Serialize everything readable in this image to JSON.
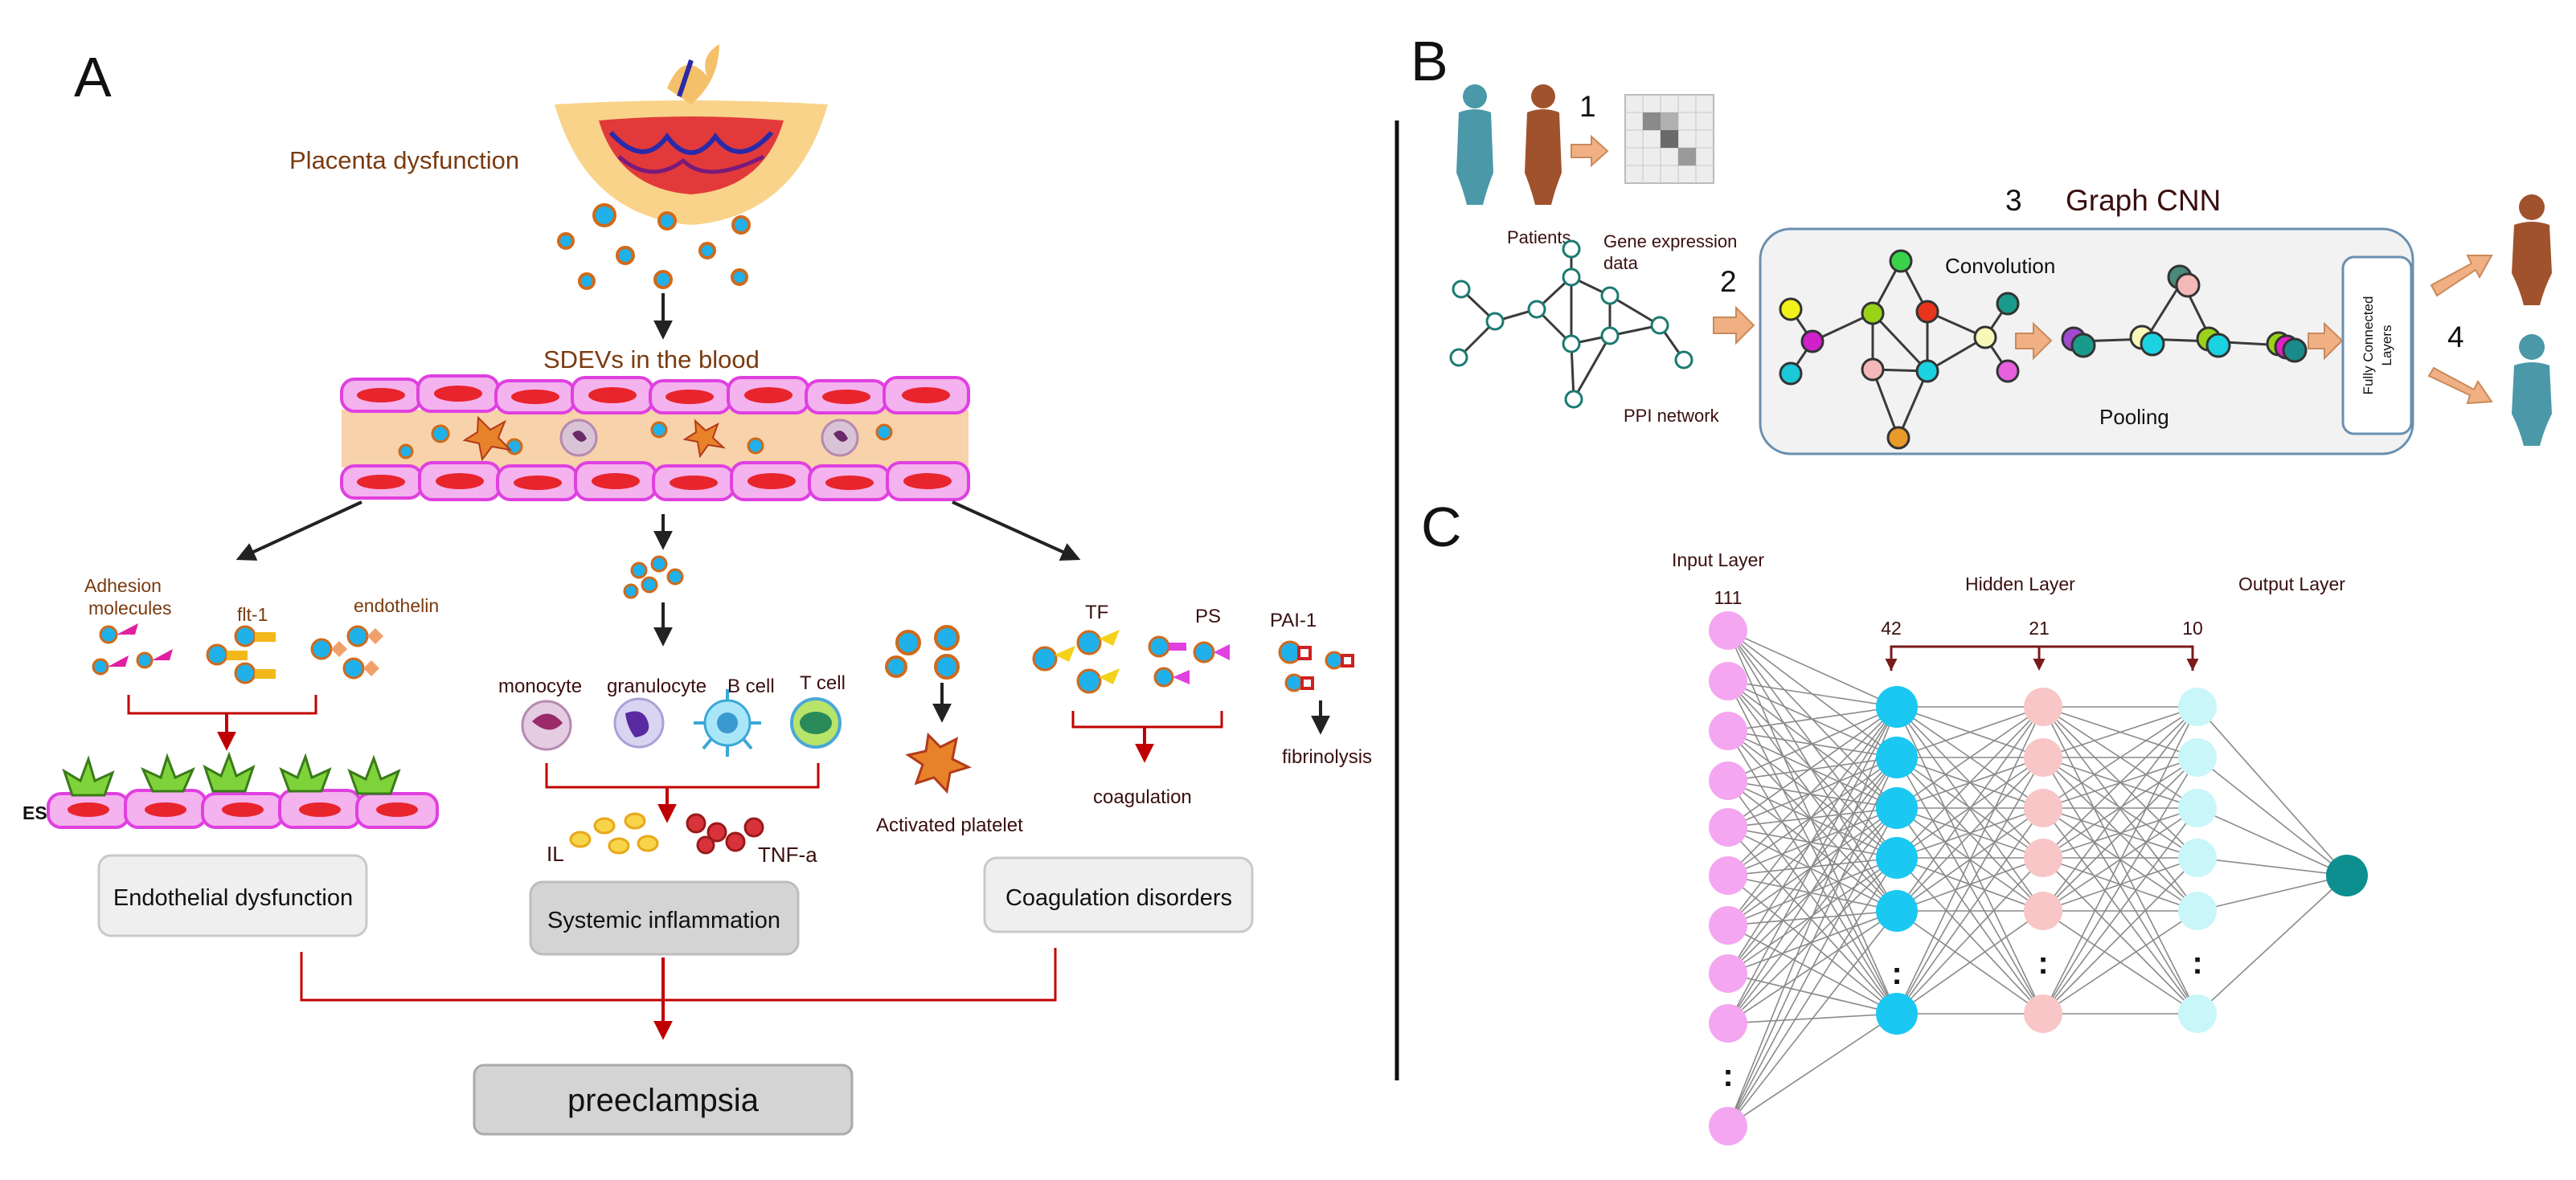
{
  "panels": {
    "a": "A",
    "b": "B",
    "c": "C"
  },
  "panel_a": {
    "placenta": "Placenta dysfunction",
    "sdevs": "SDEVs in the blood",
    "adhesion_line1": "Adhesion",
    "adhesion_line2": "molecules",
    "flt1": "flt-1",
    "endothelin": "endothelin",
    "es": "ES",
    "monocyte": "monocyte",
    "granulocyte": "granulocyte",
    "bcell": "B cell",
    "tcell": "T cell",
    "il": "IL",
    "tnfa": "TNF-a",
    "activated_platelet": "Activated platelet",
    "tf": "TF",
    "ps": "PS",
    "pai1": "PAI-1",
    "coagulation": "coagulation",
    "fibrinolysis": "fibrinolysis",
    "endothelial_dysfunction": "Endothelial dysfunction",
    "systemic_inflammation": "Systemic inflammation",
    "coagulation_disorders": "Coagulation disorders",
    "preeclampsia": "preeclampsia"
  },
  "panel_b": {
    "step1": "1",
    "step2": "2",
    "step3": "3",
    "step4": "4",
    "graph_cnn": "Graph CNN",
    "patients": "Patients",
    "gene_expr_line1": "Gene expression",
    "gene_expr_line2": "data",
    "ppi": "PPI network",
    "convolution": "Convolution",
    "pooling": "Pooling",
    "fc_line1": "Fully Connected",
    "fc_line2": "Layers"
  },
  "panel_c": {
    "input_layer": "Input Layer",
    "hidden_layer": "Hidden Layer",
    "output_layer": "Output Layer",
    "n_input": "111",
    "n_h1": "42",
    "n_h2": "21",
    "n_h3": "10",
    "ellipsis": ":"
  },
  "colors": {
    "input_node": "#f4a6f0",
    "hidden1_node": "#1ac8f2",
    "hidden2_node": "#f8c6c6",
    "hidden3_node": "#c9f6f8",
    "output_node": "#0d8f8f",
    "arrow_red": "#c00000",
    "box_light": "#efefef",
    "box_dark": "#d4d4d4",
    "patient_blue": "#4a98a8",
    "patient_brown": "#a0522d"
  }
}
